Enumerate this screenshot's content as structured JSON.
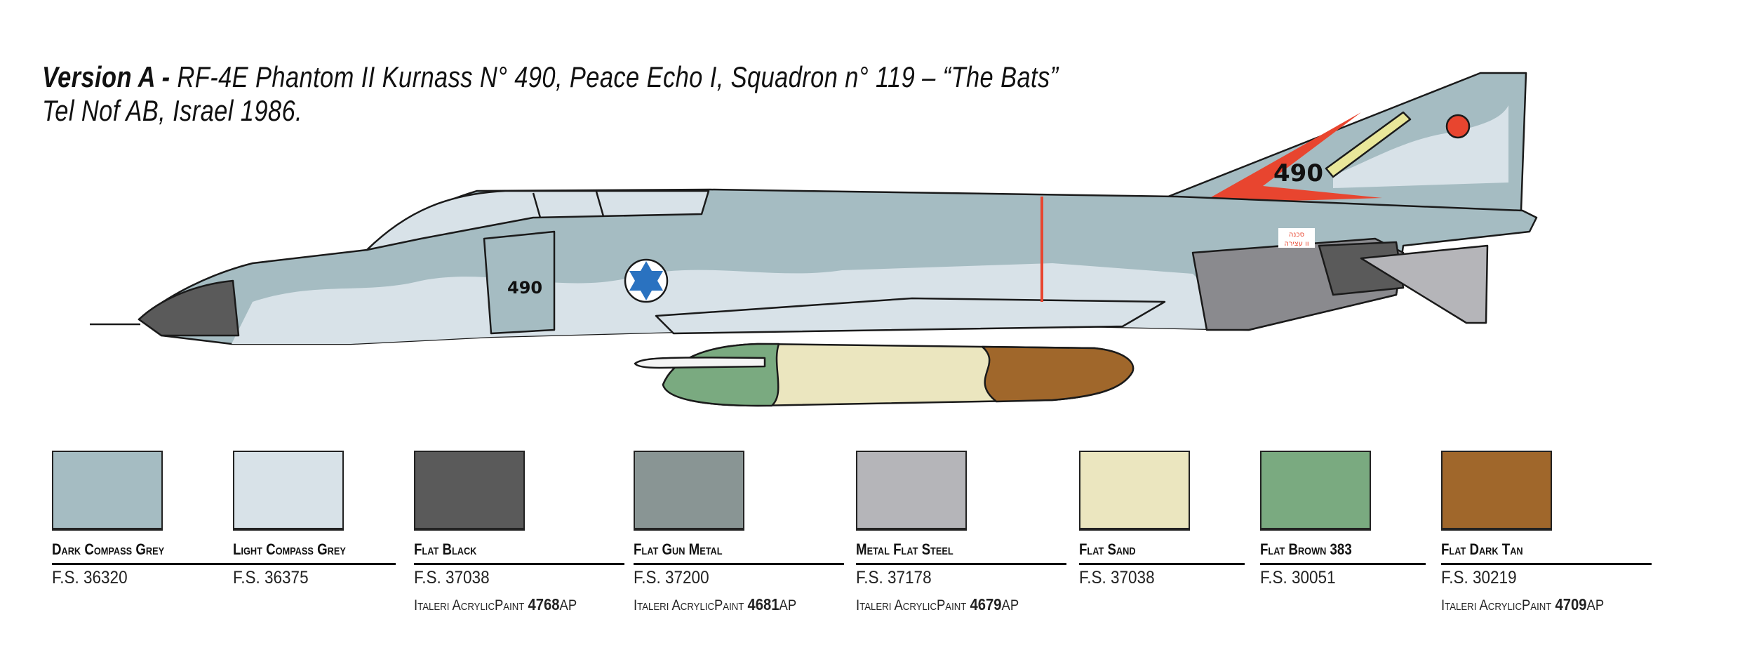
{
  "title": {
    "version": "Version A -",
    "line1": "RF-4E Phantom II Kurnass N° 490, Peace Echo I, Squadron n° 119 – “The Bats”",
    "line2": "Tel Nof AB, Israel 1986."
  },
  "aircraft": {
    "nose_number": "490",
    "tail_number": "490",
    "warning_text_1": "סכנה",
    "warning_text_2": "וו עצירה"
  },
  "colors": [
    {
      "name": "Dark Compass Grey",
      "fs": "F.S. 36320",
      "hex": "#a5bcc2"
    },
    {
      "name": "Light Compass Grey",
      "fs": "F.S. 36375",
      "hex": "#d8e2e8"
    },
    {
      "name": "Flat Black",
      "fs": "F.S. 37038",
      "hex": "#5a5a5a",
      "paint_prefix": "Italeri AcrylicPaint",
      "paint_code": "4768",
      "paint_suffix": "AP"
    },
    {
      "name": "Flat Gun Metal",
      "fs": "F.S. 37200",
      "hex": "#899594",
      "paint_prefix": "Italeri AcrylicPaint",
      "paint_code": "4681",
      "paint_suffix": "AP"
    },
    {
      "name": "Metal Flat Steel",
      "fs": "F.S. 37178",
      "hex": "#b5b5b9",
      "paint_prefix": "Italeri AcrylicPaint",
      "paint_code": "4679",
      "paint_suffix": "AP"
    },
    {
      "name": "Flat Sand",
      "fs": "F.S. 37038",
      "hex": "#ebe6bf"
    },
    {
      "name": "Flat Brown 383",
      "fs": "F.S. 30051",
      "hex": "#7aaa80"
    },
    {
      "name": "Flat Dark Tan",
      "fs": "F.S. 30219",
      "hex": "#a0672b",
      "paint_prefix": "Italeri AcrylicPaint",
      "paint_code": "4709",
      "paint_suffix": "AP"
    }
  ]
}
